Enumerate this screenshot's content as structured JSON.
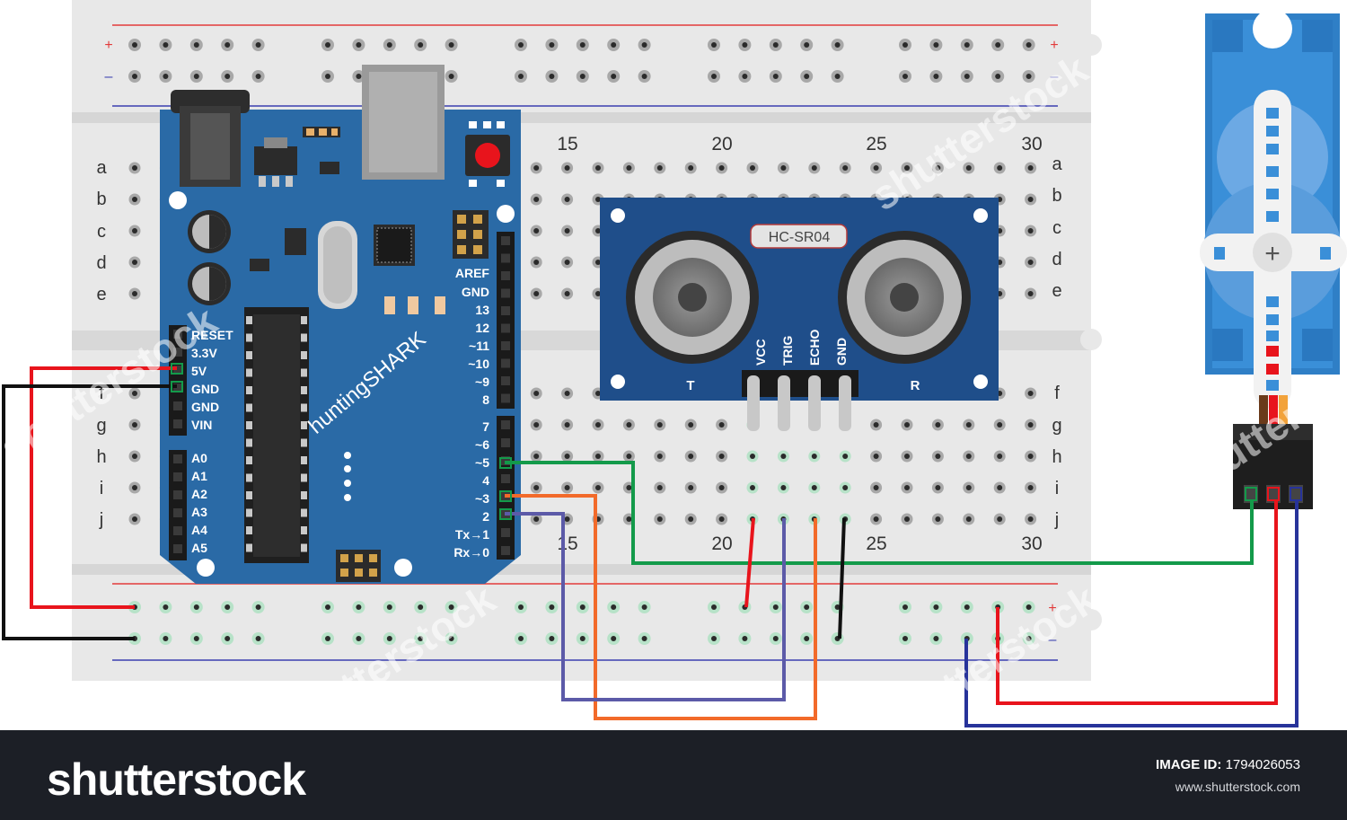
{
  "breadboard": {
    "rail_plus": "+",
    "rail_minus": "–",
    "rows_top": [
      "a",
      "b",
      "c",
      "d",
      "e"
    ],
    "rows_bottom": [
      "f",
      "g",
      "h",
      "i",
      "j"
    ],
    "column_numbers": [
      "15",
      "20",
      "25",
      "30"
    ]
  },
  "arduino": {
    "brand": "huntingSHARK",
    "power_pins": [
      "RESET",
      "3.3V",
      "5V",
      "GND",
      "GND",
      "VIN"
    ],
    "analog_pins": [
      "A0",
      "A1",
      "A2",
      "A3",
      "A4",
      "A5"
    ],
    "digital_pins_top": [
      "AREF",
      "GND",
      "13",
      "12",
      "~11",
      "~10",
      "~9",
      "8"
    ],
    "digital_pins_bottom": [
      "7",
      "~6",
      "~5",
      "4",
      "~3",
      "2",
      "Tx→1",
      "Rx→0"
    ]
  },
  "sensor": {
    "model": "HC-SR04",
    "pins": [
      "VCC",
      "TRIG",
      "ECHO",
      "GND"
    ],
    "left_label": "T",
    "right_label": "R"
  },
  "colors": {
    "board_blue": "#2a6aa6",
    "breadboard": "#e9e9e9",
    "wire_red": "#e8141c",
    "wire_black": "#111111",
    "wire_green": "#139a4a",
    "wire_orange": "#f26a2a",
    "wire_blue": "#5c5aa8",
    "wire_navy": "#27339a",
    "servo_blue": "#3a8fd8",
    "footer": "#1c1f26"
  },
  "footer": {
    "brand": "shutterstock",
    "image_id_label": "IMAGE ID:",
    "image_id": "1794026053",
    "url": "www.shutterstock.com"
  },
  "watermark": "shutterstock"
}
